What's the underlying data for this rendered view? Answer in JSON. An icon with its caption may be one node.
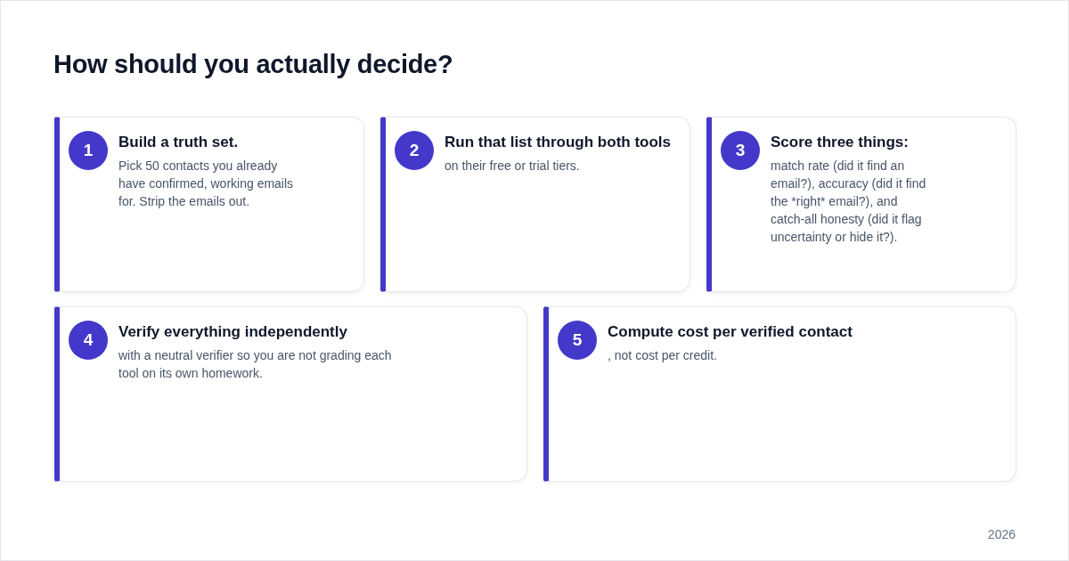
{
  "diagram": {
    "title": "How should you actually decide?",
    "nodes": [
      {
        "text": [
          "Build a truth set.",
          "Pick 50 contacts you already have confirmed, working emails for. Strip the emails out."
        ]
      },
      {
        "text": [
          "1"
        ],
        "in": 0
      },
      {
        "text": [
          "Run that list through both tools",
          "on their free or trial tiers."
        ]
      },
      {
        "text": [
          "2"
        ],
        "in": 2
      },
      {
        "text": [
          "Score three things:",
          "match rate (did it find an email?), accuracy (did it find the *right* email?), and catch-all honesty (did it flag uncertainty or hide it?)."
        ]
      },
      {
        "text": [
          "3"
        ],
        "in": 4
      },
      {
        "text": [
          "Verify everything independently",
          "with a neutral verifier so you are not grading each tool on its own homework."
        ]
      },
      {
        "text": [
          "4"
        ],
        "in": 6
      },
      {
        "text": [
          "Compute cost per verified contact",
          ", not cost per credit."
        ]
      },
      {
        "text": [
          "5"
        ],
        "in": 8
      }
    ],
    "labels": [
      "2026"
    ]
  }
}
